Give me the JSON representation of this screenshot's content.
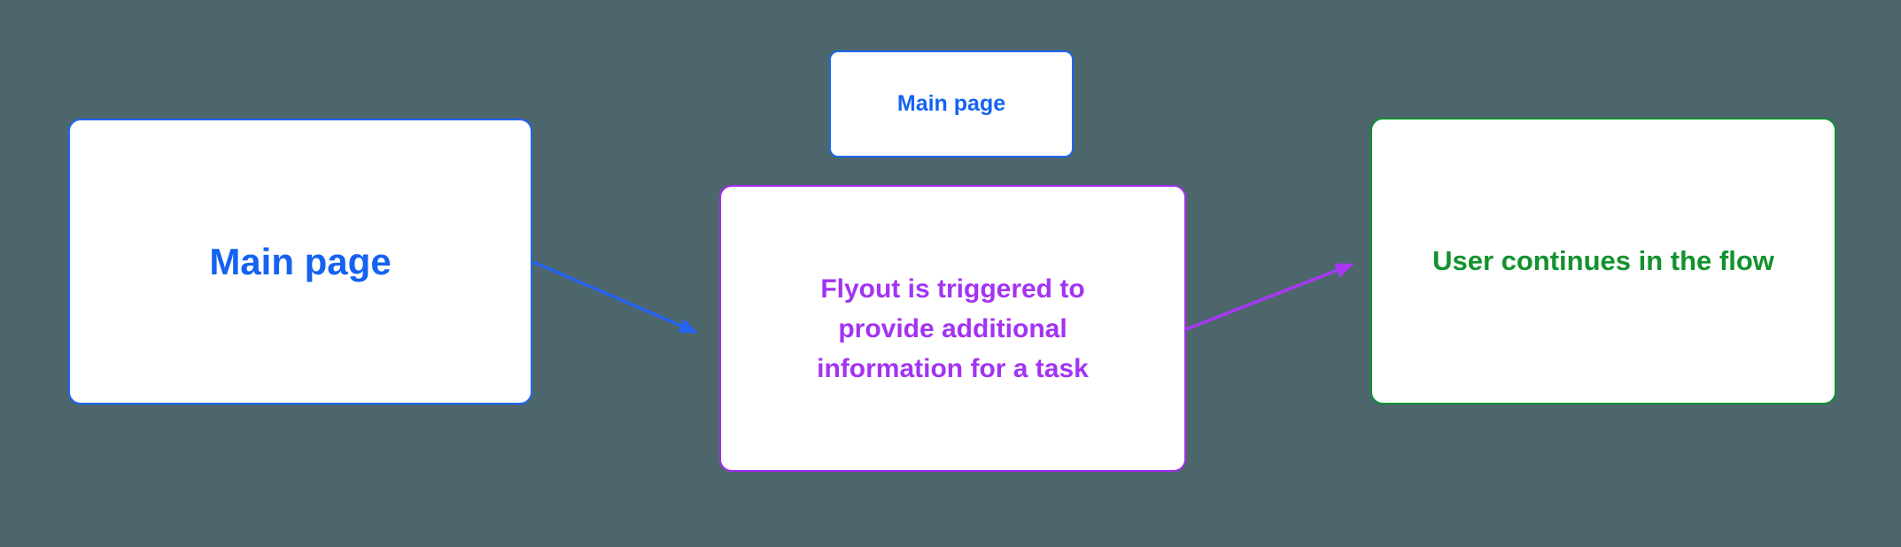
{
  "diagram": {
    "background_color": "#4d666c",
    "node_fill": "#ffffff",
    "nodes": [
      {
        "id": "main-page",
        "label": "Main page",
        "text_color": "#1562f1",
        "border_color": "#1f66f5"
      },
      {
        "id": "main-page-context",
        "label": "Main page",
        "text_color": "#1562f1",
        "border_color": "#1f66f5"
      },
      {
        "id": "flyout-triggered",
        "label": "Flyout is triggered to provide additional information for a task",
        "text_color": "#a333f2",
        "border_color": "#a42cf2"
      },
      {
        "id": "user-continues",
        "label": "User continues in the flow",
        "text_color": "#12922e",
        "border_color": "#0e9030"
      }
    ],
    "connectors": [
      {
        "from": "main-page",
        "to": "flyout-triggered",
        "color": "#2563f2"
      },
      {
        "from": "flyout-triggered",
        "to": "user-continues",
        "color": "#a838f5"
      }
    ]
  }
}
